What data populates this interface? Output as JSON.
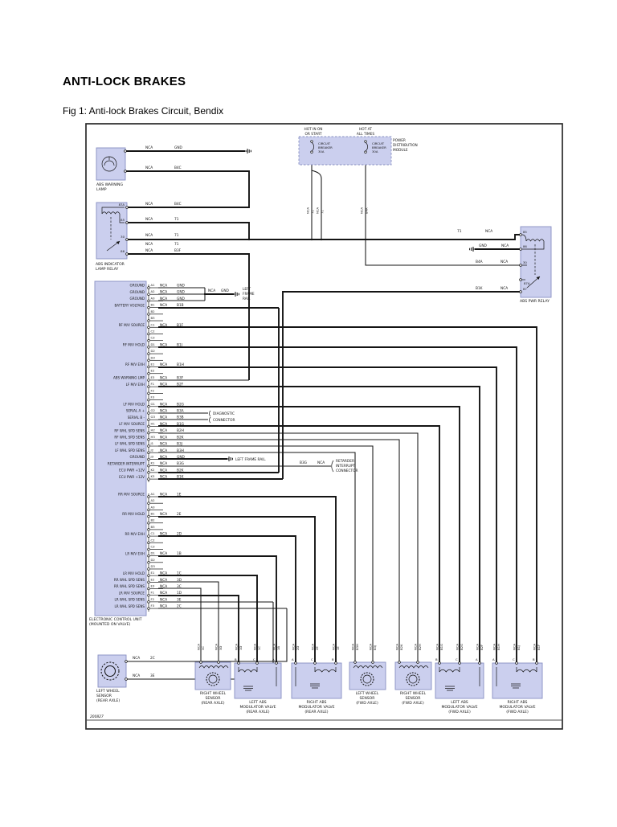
{
  "title": "ANTI-LOCK BRAKES",
  "caption": "Fig 1: Anti-lock Brakes Circuit, Bendix",
  "diagram_number": "200827",
  "colors": {
    "component_fill": "#cbcfee",
    "component_stroke": "#8890c2",
    "wire": "#141414"
  },
  "power_module": {
    "label": [
      "POWER",
      "DISTRIBUTION",
      "MODULE"
    ],
    "feed1": {
      "hot": [
        "HOT IN ON",
        "OR START"
      ],
      "breaker": [
        "CIRCUIT",
        "BREAKER",
        "30A"
      ],
      "w1": {
        "nca": "NCA",
        "c": "71"
      },
      "w2": {
        "nca": "NCA",
        "c": "71"
      }
    },
    "feed2": {
      "hot": [
        "HOT AT",
        "ALL TIMES"
      ],
      "breaker": [
        "CIRCUIT",
        "BREAKER",
        "30A"
      ],
      "w": {
        "nca": "NCA",
        "c": "B4A"
      }
    }
  },
  "warning_lamp": {
    "label": [
      "ABS WARNING",
      "LAMP"
    ],
    "gnd": {
      "nca": "NCA",
      "c": "GND"
    },
    "b4c": {
      "nca": "NCA",
      "c": "B4C"
    }
  },
  "indicator_relay": {
    "label": [
      "ABS INDICATOR",
      "LAMP RELAY"
    ],
    "pins": [
      "87A",
      "85",
      "30",
      "86"
    ],
    "w_87a": {
      "nca": "NCA",
      "c": "B4C"
    },
    "w_85": {
      "nca": "NCA",
      "c": "71"
    },
    "w_30a": {
      "nca": "NCA",
      "c": "71"
    },
    "w_30b": {
      "nca": "NCA",
      "c": "71"
    },
    "w_86": {
      "nca": "NCA",
      "c": "B3F"
    }
  },
  "pwr_relay": {
    "label": "ABS PWR RELAY",
    "pins": [
      "85",
      "86",
      "30",
      "87A",
      "87"
    ],
    "w_85": {
      "c": "71",
      "nca": "NCA"
    },
    "w_86": {
      "c": "GND",
      "nca": "NCA"
    },
    "w_30": {
      "c": "B4A",
      "nca": "NCA"
    },
    "w_87": {
      "c": "B1K",
      "nca": "NCA"
    }
  },
  "frame_rail_a": {
    "nca": "NCA",
    "c": "GND",
    "label": [
      "LEFT",
      "FRAME",
      "RAIL"
    ]
  },
  "frame_rail_j3": "LEFT FRAME RAIL.",
  "diagnostic": [
    "DIAGNOSTIC",
    "CONNECTOR"
  ],
  "retarder": {
    "c": "B3G",
    "nca": "NCA",
    "label": [
      "RETARDER",
      "INTERRUPT",
      "CONNECTOR"
    ]
  },
  "ecu": {
    "label": [
      "ELECTRONIC CONTROL UNIT",
      "(MOUNTED ON VALVE)"
    ],
    "upper": [
      {
        "pin": "A1",
        "name": "GROUND",
        "nca": "NCA",
        "c": "GND"
      },
      {
        "pin": "A2",
        "name": "GROUND",
        "nca": "NCA",
        "c": "GND"
      },
      {
        "pin": "A3",
        "name": "GROUND",
        "nca": "NCA",
        "c": "GND"
      },
      {
        "pin": "B1",
        "name": "BATTERY VOLTAGE",
        "nca": "NCA",
        "c": "B1B"
      },
      {
        "pin": "B2"
      },
      {
        "pin": "B3"
      },
      {
        "pin": "C1",
        "name": "RF M/V SOURCE",
        "nca": "NCA",
        "c": "B1F"
      },
      {
        "pin": "C2"
      },
      {
        "pin": "C3"
      },
      {
        "pin": "D1",
        "name": "RF M/V HOLD",
        "nca": "NCA",
        "c": "B1J"
      },
      {
        "pin": "D2"
      },
      {
        "pin": "D3"
      },
      {
        "pin": "E1",
        "name": "RF M/V EXH",
        "nca": "NCA",
        "c": "B1H"
      },
      {
        "pin": "E2"
      },
      {
        "pin": "E3",
        "name": "ABS WARNING LMP",
        "nca": "NCA",
        "c": "B3F"
      },
      {
        "pin": "F1",
        "name": "LF M/V EXH",
        "nca": "NCA",
        "c": "B2F"
      },
      {
        "pin": "F2"
      },
      {
        "pin": "F3"
      },
      {
        "pin": "G1",
        "name": "LF M/V HOLD",
        "nca": "NCA",
        "c": "B2G"
      },
      {
        "pin": "G2",
        "name": "SERIAL A +",
        "nca": "NCA",
        "c": "B3A"
      },
      {
        "pin": "G3",
        "name": "SERIAL B -",
        "nca": "NCA",
        "c": "B3B"
      },
      {
        "pin": "H1",
        "name": "LF M/V SOURCE",
        "nca": "NCA",
        "c": "B1G"
      },
      {
        "pin": "H2",
        "name": "RF WHL SPD SENS",
        "nca": "NCA",
        "c": "B2H"
      },
      {
        "pin": "H3",
        "name": "RF WHL SPD SENS",
        "nca": "NCA",
        "c": "B2K"
      },
      {
        "pin": "J1",
        "name": "LF WHL SPD SENS",
        "nca": "NCA",
        "c": "B3J"
      },
      {
        "pin": "J2",
        "name": "LF WHL SPD SENS",
        "nca": "NCA",
        "c": "B3H"
      },
      {
        "pin": "J3",
        "name": "GROUND",
        "nca": "NCA",
        "c": "GND"
      },
      {
        "pin": "K1",
        "name": "RETARDER INTERRUPT",
        "nca": "NCA",
        "c": "B3G"
      },
      {
        "pin": "K2",
        "name": "ECU PWR +12V",
        "nca": "NCA",
        "c": "B2K"
      },
      {
        "pin": "K3",
        "name": "ECU PWR +12V",
        "nca": "NCA",
        "c": "B1K"
      }
    ],
    "lower": [
      {
        "pin": "A1",
        "name": "RR M/V SOURCE",
        "nca": "NCA",
        "c": "1E"
      },
      {
        "pin": "A2"
      },
      {
        "pin": "A3"
      },
      {
        "pin": "B1",
        "name": "RR M/V HOLD",
        "nca": "NCA",
        "c": "2E"
      },
      {
        "pin": "B2"
      },
      {
        "pin": "B3"
      },
      {
        "pin": "C1",
        "name": "RR M/V EXH",
        "nca": "NCA",
        "c": "2D"
      },
      {
        "pin": "C2"
      },
      {
        "pin": "C3"
      },
      {
        "pin": "D1",
        "name": "LR M/V EXH",
        "nca": "NCA",
        "c": "1B"
      },
      {
        "pin": "D2"
      },
      {
        "pin": "D3"
      },
      {
        "pin": "E1",
        "name": "LR M/V HOLD",
        "nca": "NCA",
        "c": "1C"
      },
      {
        "pin": "E2",
        "name": "RR WHL SPD SENS",
        "nca": "NCA",
        "c": "3D"
      },
      {
        "pin": "E3",
        "name": "RR WHL SPD SENS",
        "nca": "NCA",
        "c": "3C"
      },
      {
        "pin": "F1",
        "name": "LR M/V SOURCE",
        "nca": "NCA",
        "c": "1D"
      },
      {
        "pin": "F2",
        "name": "LR WHL SPD SENS",
        "nca": "NCA",
        "c": "3E"
      },
      {
        "pin": "F3",
        "name": "LR WHL SPD SENS",
        "nca": "NCA",
        "c": "2C"
      }
    ]
  },
  "bottom": {
    "drops": [
      {
        "nca": "NCA",
        "c": "3C"
      },
      {
        "nca": "NCA",
        "c": "3D"
      },
      {
        "nca": "NCA",
        "c": "1D"
      },
      {
        "nca": "NCA",
        "c": "1C"
      },
      {
        "nca": "NCA",
        "c": "1B"
      },
      {
        "nca": "NCA",
        "c": "2D"
      },
      {
        "nca": "NCA",
        "c": "2E"
      },
      {
        "nca": "NCA",
        "c": "1E"
      },
      {
        "nca": "NCA",
        "c": "B3H"
      },
      {
        "nca": "NCA",
        "c": "B3J"
      },
      {
        "nca": "NCA",
        "c": "B2K"
      },
      {
        "nca": "NCA",
        "c": "B2H"
      },
      {
        "nca": "NCA",
        "c": "B1G"
      },
      {
        "nca": "NCA",
        "c": "B2G"
      },
      {
        "nca": "NCA",
        "c": "B2F"
      },
      {
        "nca": "NCA",
        "c": "B1H"
      },
      {
        "nca": "NCA",
        "c": "B1J"
      },
      {
        "nca": "NCA",
        "c": "B1F"
      }
    ],
    "sensor_lr": {
      "label": [
        "LEFT WHEEL",
        "SENSOR",
        "(REAR AXLE)"
      ],
      "w_top": {
        "nca": "NCA",
        "c": "2C"
      },
      "w_bot": {
        "nca": "NCA",
        "c": "3E"
      }
    },
    "sensor_rr": {
      "label": [
        "RIGHT WHEEL",
        "SENSOR",
        "(REAR AXLE)"
      ]
    },
    "valve_lr": {
      "label": [
        "LEFT ABS",
        "MODULATOR VALVE",
        "(REAR AXLE)"
      ],
      "terminals": [
        "B",
        "C",
        "A"
      ]
    },
    "valve_rr": {
      "label": [
        "RIGHT ABS",
        "MODULATOR VALVE",
        "(REAR AXLE)"
      ],
      "terminals": [
        "A",
        "C",
        "B"
      ]
    },
    "sensor_lf": {
      "label": [
        "LEFT WHEEL",
        "SENSOR",
        "(FWD AXLE)"
      ]
    },
    "sensor_rf": {
      "label": [
        "RIGHT WHEEL",
        "SENSOR",
        "(FWD AXLE)"
      ]
    },
    "valve_lf": {
      "label": [
        "LEFT ABS",
        "MODULATOR VALVE",
        "(FWD AXLE)"
      ],
      "terminals": [
        "B",
        "C",
        "A"
      ]
    },
    "valve_rf": {
      "label": [
        "RIGHT ABS",
        "MODULATOR VALVE",
        "(FWD AXLE)"
      ],
      "terminals": [
        "A",
        "C",
        "B"
      ]
    }
  }
}
